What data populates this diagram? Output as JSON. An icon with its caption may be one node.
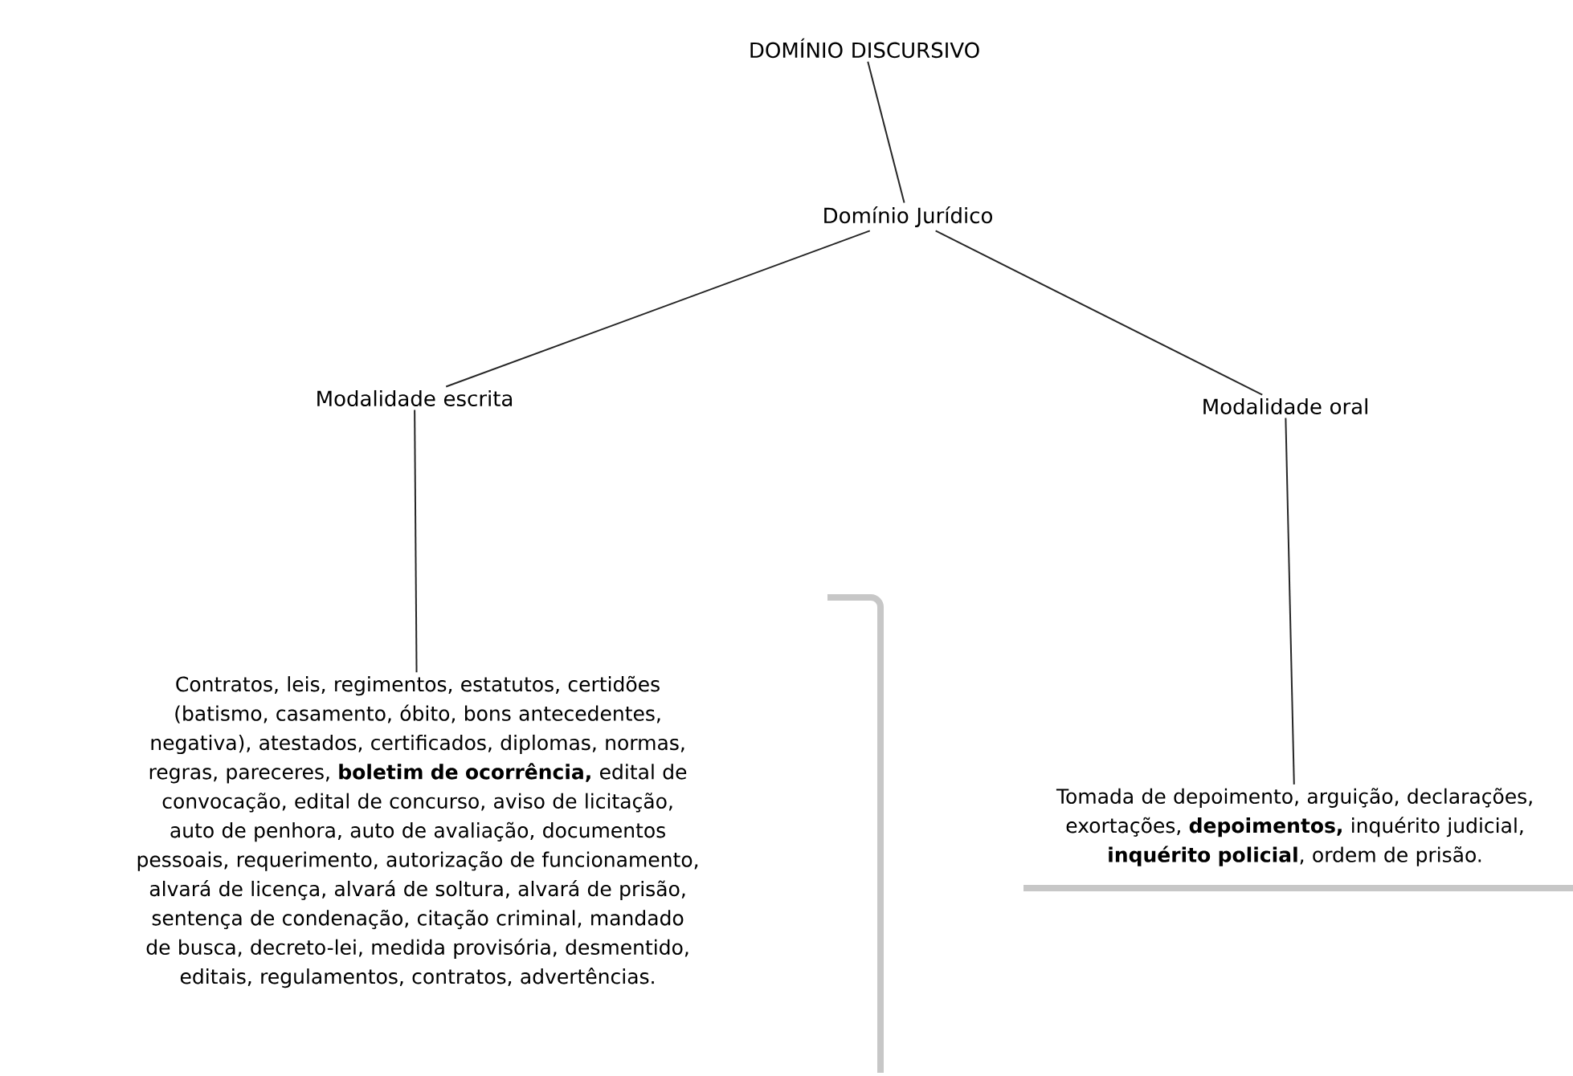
{
  "diagram": {
    "nodes": [
      {
        "text": [
          "DOMÍNIO DISCURSIVO"
        ]
      },
      {
        "text": [
          "Domínio Jurídico"
        ]
      },
      {
        "text": [
          "Modalidade escrita"
        ]
      },
      {
        "text": [
          "Modalidade oral"
        ]
      },
      {
        "text": [
          "Contratos, leis, regimentos, estatutos, certidões (batismo, casamento, óbito, bons antecedentes, negativa), atestados, certificados, diplomas, normas, regras, pareceres, **boletim de ocorrência,** edital de convocação, edital de concurso, aviso de licitação, auto de penhora, auto de avaliação, documentos pessoais, requerimento, autorização de funcionamento, alvará de licença, alvará de soltura, alvará de prisão, sentença de condenação, citação criminal, mandado de busca, decreto-lei, medida provisória, desmentido, editais, regulamentos, contratos, advertências."
        ]
      },
      {
        "text": [
          "Tomada de depoimento, arguição, declarações, exortações, **depoimentos,** inquérito judicial, **inquérito policial**, ordem de prisão."
        ]
      }
    ],
    "edges": [
      {
        "from": 0,
        "to": 1,
        "arrow": "none"
      },
      {
        "from": 1,
        "to": 2,
        "arrow": "none"
      },
      {
        "from": 1,
        "to": 3,
        "arrow": "none"
      },
      {
        "from": 2,
        "to": 4,
        "arrow": "none"
      },
      {
        "from": 3,
        "to": 5,
        "arrow": "none"
      }
    ]
  }
}
